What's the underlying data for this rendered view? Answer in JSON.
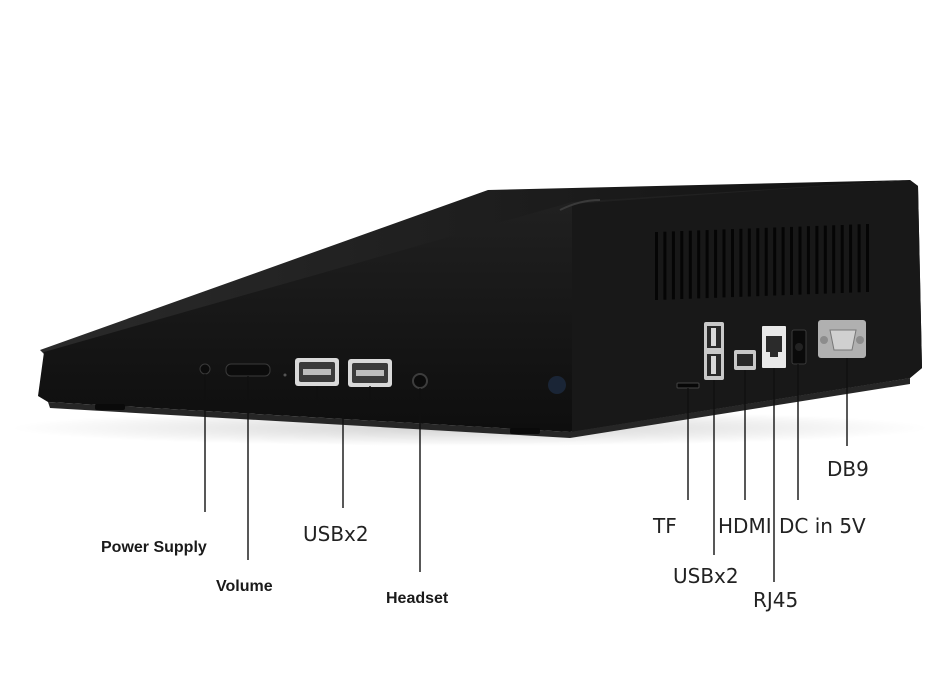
{
  "colors": {
    "background": "#ffffff",
    "device_body": "#1b1b1b",
    "device_top": "#141414",
    "device_bottom_edge": "#262626",
    "callout_line": "#111111",
    "port_metal": "#b5b5b5"
  },
  "device": {
    "name": "tablet-stand device",
    "ports_left": [
      "power-button",
      "volume-rocker",
      "usb-port",
      "usb-port",
      "headset-jack"
    ],
    "ports_right": [
      "tf-slot",
      "usb-stack",
      "hdmi-port",
      "rj45-port",
      "dc-jack",
      "db9-connector"
    ],
    "vent_slot_count": 26
  },
  "labels": {
    "power_supply": "Power Supply",
    "volume": "Volume",
    "usb_left": "USBx2",
    "headset": "Headset",
    "tf": "TF",
    "hdmi": "HDMI",
    "dc_in": "DC in 5V",
    "db9": "DB9",
    "usb_right": "USBx2",
    "rj45": "RJ45"
  }
}
